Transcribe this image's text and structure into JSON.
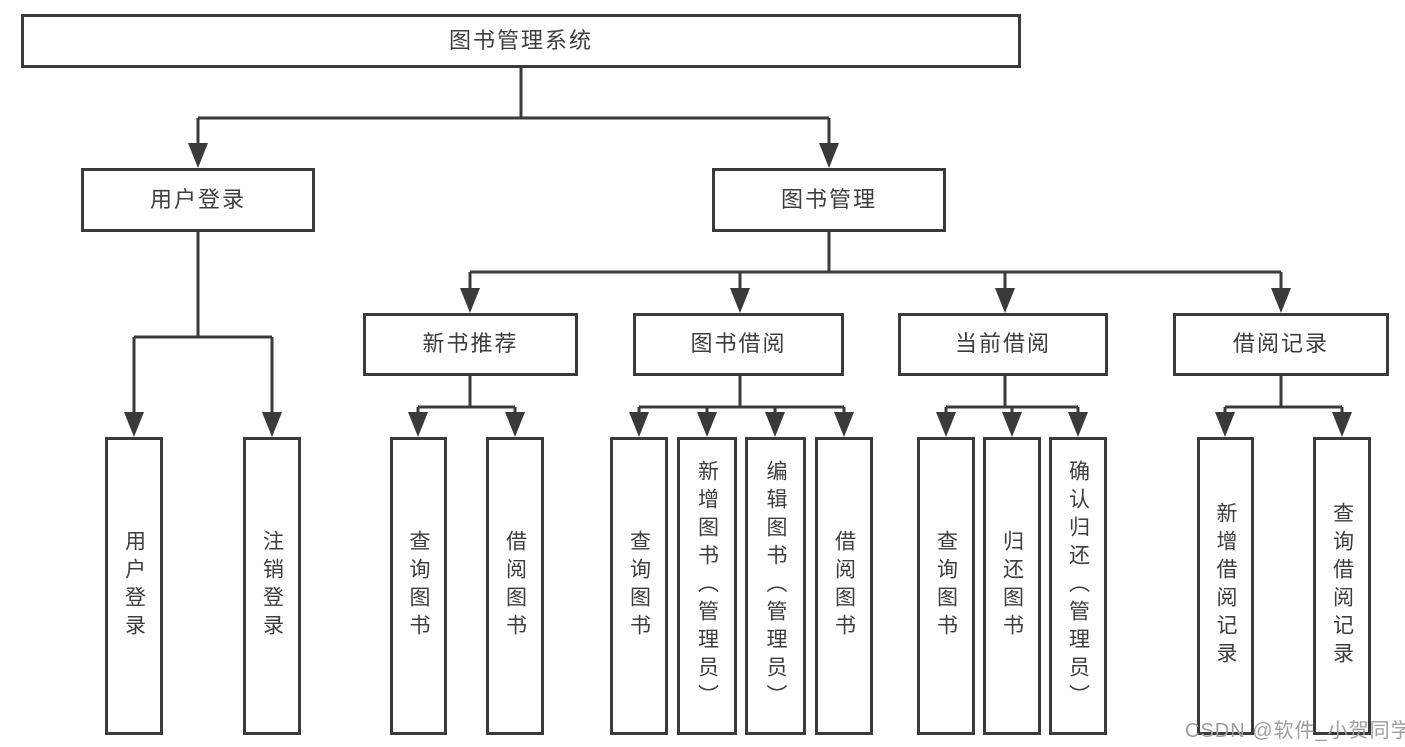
{
  "root": {
    "label": "图书管理系统"
  },
  "branches": [
    {
      "label": "用户登录",
      "children": [
        {
          "label": "用户登录"
        },
        {
          "label": "注销登录"
        }
      ]
    },
    {
      "label": "图书管理",
      "sections": [
        {
          "label": "新书推荐",
          "children": [
            {
              "label": "查询图书"
            },
            {
              "label": "借阅图书"
            }
          ]
        },
        {
          "label": "图书借阅",
          "children": [
            {
              "label": "查询图书"
            },
            {
              "label": "新增图书（管理员）"
            },
            {
              "label": "编辑图书（管理员）"
            },
            {
              "label": "借阅图书"
            }
          ]
        },
        {
          "label": "当前借阅",
          "children": [
            {
              "label": "查询图书"
            },
            {
              "label": "归还图书"
            },
            {
              "label": "确认归还（管理员）"
            }
          ]
        },
        {
          "label": "借阅记录",
          "children": [
            {
              "label": "新增借阅记录"
            },
            {
              "label": "查询借阅记录"
            }
          ]
        }
      ]
    }
  ],
  "watermark": {
    "text": "CSDN @软件_小贺同学"
  },
  "colors": {
    "line": "#3a3a3a",
    "box_border": "#3a3a3a",
    "box_fill": "#ffffff",
    "text": "#3d3d3d",
    "watermark": "#9e9e9e"
  }
}
